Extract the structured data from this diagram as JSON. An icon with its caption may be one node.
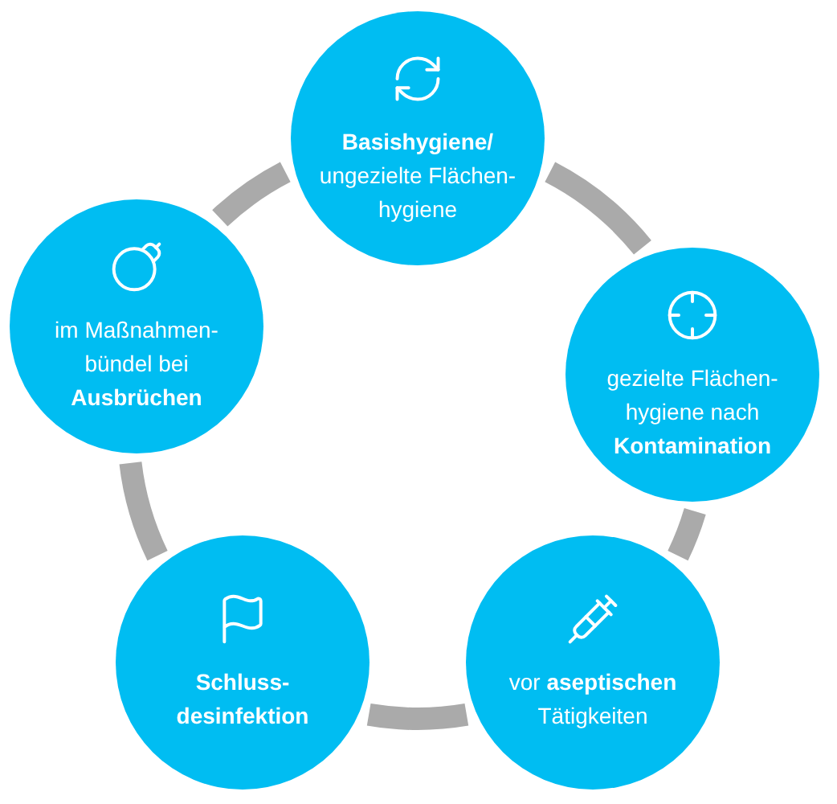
{
  "diagram": {
    "nodes": [
      {
        "text": [
          "**Basishygiene/** ungezielte Flächen- hygiene"
        ]
      },
      {
        "text": [
          "gezielte Flächen- hygiene nach **Kontamination**"
        ]
      },
      {
        "text": [
          "vor **aseptischen** Tätigkeiten"
        ]
      },
      {
        "text": [
          "Schluss- desinfektion"
        ]
      },
      {
        "text": [
          "im Maßnahmen- bündel bei **Ausbrüchen**"
        ]
      }
    ],
    "edges": [
      {
        "from": 0,
        "to": 1,
        "arrow": "none"
      },
      {
        "from": 1,
        "to": 2,
        "arrow": "none"
      },
      {
        "from": 2,
        "to": 3,
        "arrow": "none"
      },
      {
        "from": 3,
        "to": 4,
        "arrow": "none"
      },
      {
        "from": 4,
        "to": 0,
        "arrow": "none"
      }
    ]
  }
}
